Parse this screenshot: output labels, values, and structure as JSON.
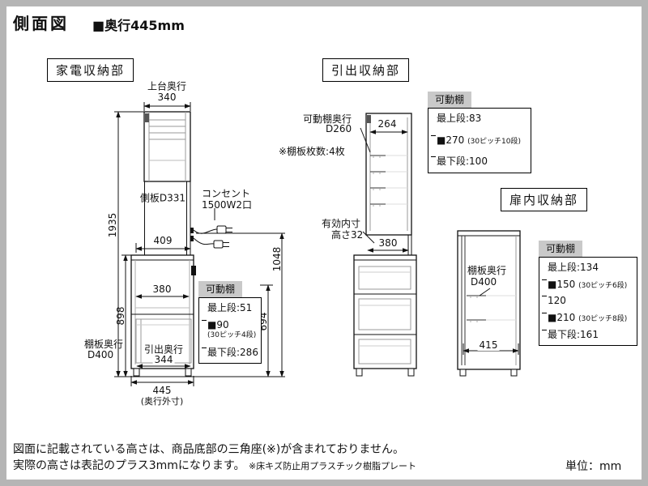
{
  "page": {
    "title": "側面図",
    "subtitle": "■奥行445mm",
    "note_line1": "図面に記載されている高さは、商品底部の三角座(※)が含まれておりません。",
    "note_line2": "実際の高さは表記のプラス3mmになります。",
    "note_line2_sub": "※床キズ防止用プラスチック樹脂プレート",
    "unit": "単位：mm"
  },
  "sections": {
    "appliance": {
      "label": "家電収納部",
      "upper_depth_label": "上台奥行",
      "upper_depth": "340",
      "side_panel": "側板D331",
      "outlet_line1": "コンセント",
      "outlet_line2": "1500W2口",
      "total_height": "1935",
      "lower_height": "898",
      "counter_depth": "409",
      "outlet_height": "1048",
      "open_height": "694",
      "inner_depth": "380",
      "shelf_depth_label": "棚板奥行",
      "shelf_depth": "D400",
      "drawer_depth_label": "引出奥行",
      "drawer_depth": "344",
      "outer_depth": "445",
      "outer_depth_note": "(奥行外寸)",
      "shelf_box": {
        "header": "可動棚",
        "row1": "最上段:51",
        "row2a": "■90",
        "row2b": "(30ピッチ4段)",
        "row3": "最下段:286"
      }
    },
    "drawer": {
      "label": "引出収納部",
      "shelf_depth_line1": "可動棚奥行",
      "shelf_depth_line2": "D260",
      "shelf_count": "※棚板枚数:4枚",
      "inner_width": "264",
      "effective_line1": "有効内寸",
      "effective_line2": "高さ32",
      "inner_depth": "380",
      "shelf_box": {
        "header": "可動棚",
        "row1": "最上段:83",
        "row2a": "■270",
        "row2b": "(30ピッチ10段)",
        "row3": "最下段:100"
      }
    },
    "door": {
      "label": "扉内収納部",
      "shelf_depth_line1": "棚板奥行",
      "shelf_depth_line2": "D400",
      "inner_depth": "415",
      "shelf_box": {
        "header": "可動棚",
        "row1": "最上段:134",
        "row2a": "■150",
        "row2b": "(30ピッチ6段)",
        "row3": "120",
        "row4a": "■210",
        "row4b": "(30ピッチ8段)",
        "row5": "最下段:161"
      }
    }
  }
}
